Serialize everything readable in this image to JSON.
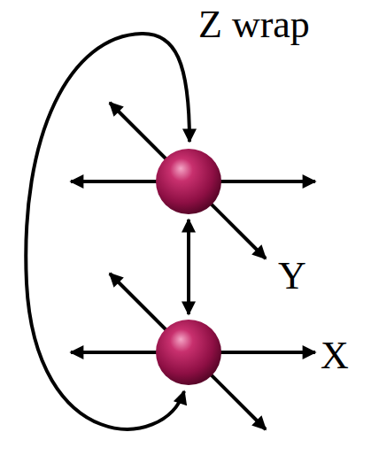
{
  "diagram": {
    "labels": [
      "Z wrap",
      "Y",
      "X"
    ]
  }
}
